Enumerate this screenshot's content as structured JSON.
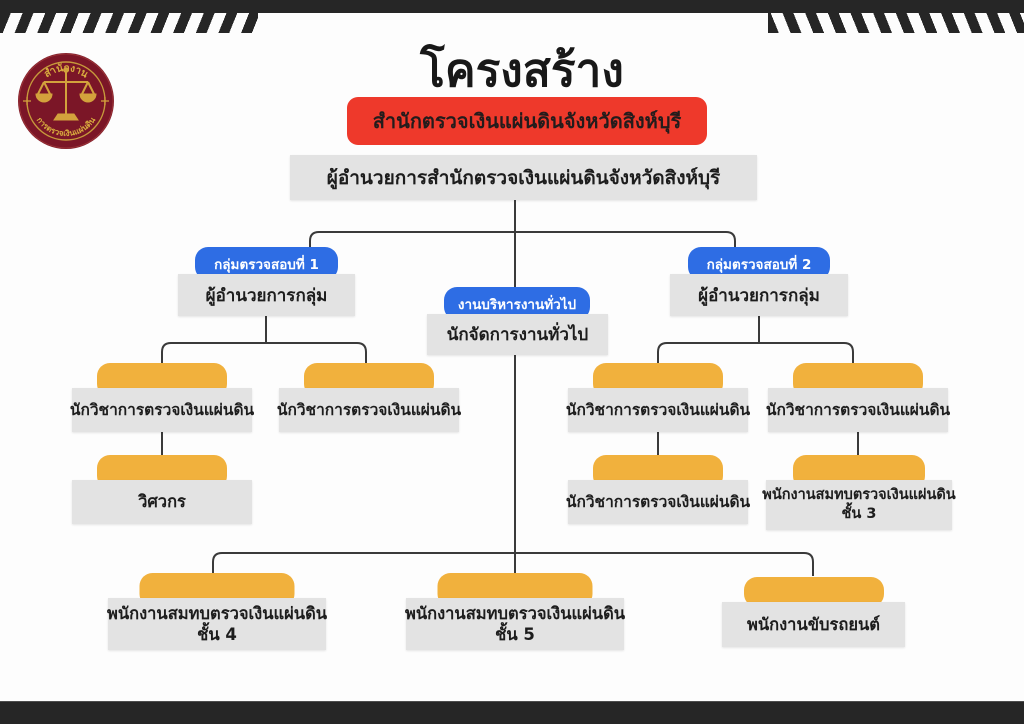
{
  "title": "โครงสร้าง",
  "header": {
    "org": "สำนักตรวจเงินแผ่นดินจังหวัดสิงห์บุรี",
    "director": "ผู้อำนวยการสำนักตรวจเงินแผ่นดินจังหวัดสิงห์บุรี"
  },
  "logo": {
    "arc_top": "สำนักงาน",
    "arc_bottom": "การตรวจเงินแผ่นดิน",
    "emblem": "scales-of-justice"
  },
  "groups": {
    "group1": {
      "tab": "กลุ่มตรวจสอบที่ 1",
      "head": "ผู้อำนวยการกลุ่ม"
    },
    "admin": {
      "tab": "งานบริหารงานทั่วไป",
      "head": "นักจัดการงานทั่วไป"
    },
    "group2": {
      "tab": "กลุ่มตรวจสอบที่ 2",
      "head": "ผู้อำนวยการกลุ่ม"
    }
  },
  "cards": {
    "left1": "นักวิชาการตรวจเงินแผ่นดิน",
    "left2": "นักวิชาการตรวจเงินแผ่นดิน",
    "left_sub": "วิศวกร",
    "right1": "นักวิชาการตรวจเงินแผ่นดิน",
    "right2": "นักวิชาการตรวจเงินแผ่นดิน",
    "right1_sub": "นักวิชาการตรวจเงินแผ่นดิน",
    "right2_sub_line1": "พนักงานสมทบตรวจเงินแผ่นดิน",
    "right2_sub_line2": "ชั้น 3",
    "bottom1_line1": "พนักงานสมทบตรวจเงินแผ่นดิน",
    "bottom1_line2": "ชั้น 4",
    "bottom2_line1": "พนักงานสมทบตรวจเงินแผ่นดิน",
    "bottom2_line2": "ชั้น 5",
    "bottom3": "พนักงานขับรถยนต์"
  },
  "colors": {
    "red": "#ee392b",
    "blue": "#2e6de4",
    "yellow": "#f1b13d",
    "card_gray": "#e3e3e3",
    "bar_black": "#262626",
    "line": "#3a3a3a",
    "seal_maroon": "#7b1627",
    "seal_gold": "#d3a23c"
  }
}
